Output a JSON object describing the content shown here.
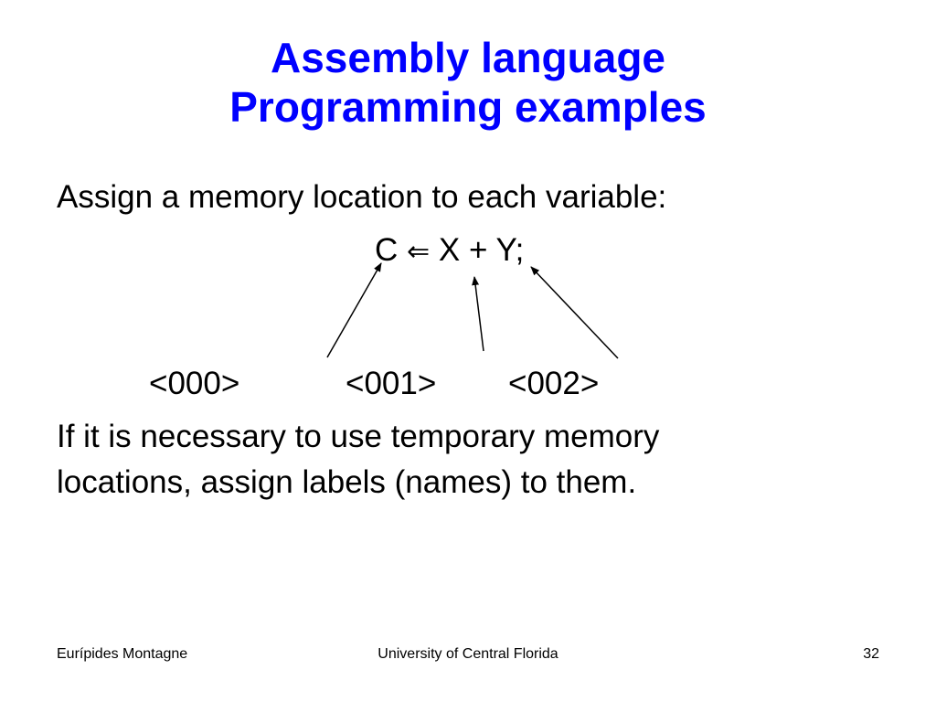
{
  "title": {
    "line1": "Assembly  language",
    "line2": "Programming examples",
    "color": "#0000FF"
  },
  "body": {
    "intro": "Assign a memory location to each variable:",
    "equation": {
      "lhs": "C",
      "arrow": "⇐",
      "rhs": "X + Y;"
    },
    "addresses": [
      "<000>",
      "<001>",
      "<002>"
    ],
    "paragraph": [
      "If it is necessary to use temporary memory",
      "locations, assign labels (names) to them."
    ]
  },
  "footer": {
    "author": "Eurípides Montagne",
    "institution": "University of Central Florida",
    "page": "32"
  }
}
